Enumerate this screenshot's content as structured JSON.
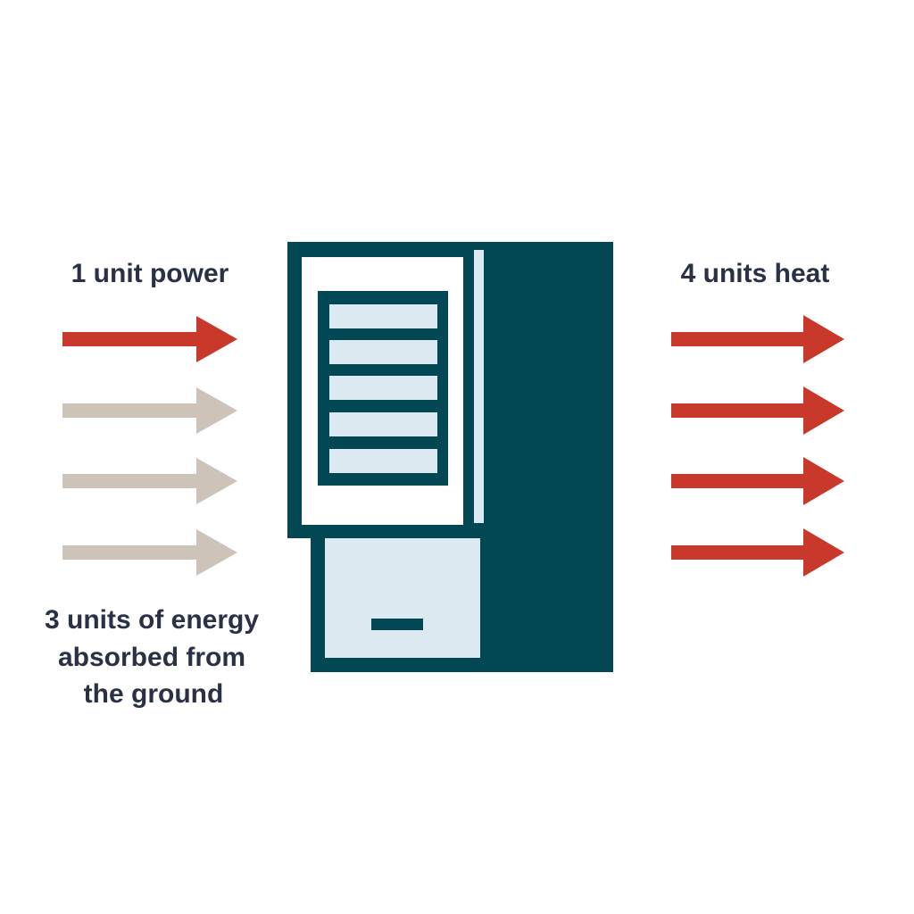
{
  "labels": {
    "input_power": "1 unit power",
    "output_heat": "4 units heat",
    "ground_energy": [
      "3 units of energy",
      "absorbed from",
      "the ground"
    ]
  },
  "arrows": {
    "input": [
      "power",
      "ground",
      "ground",
      "ground"
    ],
    "output": [
      "heat",
      "heat",
      "heat",
      "heat"
    ]
  },
  "device": {
    "name": "heat-pump",
    "vent_slats": 5
  },
  "colors": {
    "power_arrow": "#c8392b",
    "ground_arrow": "#cdc3b8",
    "heat_arrow": "#c8392b",
    "device_body": "#024854",
    "device_panel_light": "#dde9f0",
    "device_panel_white": "#ffffff",
    "text": "#2a3147"
  }
}
